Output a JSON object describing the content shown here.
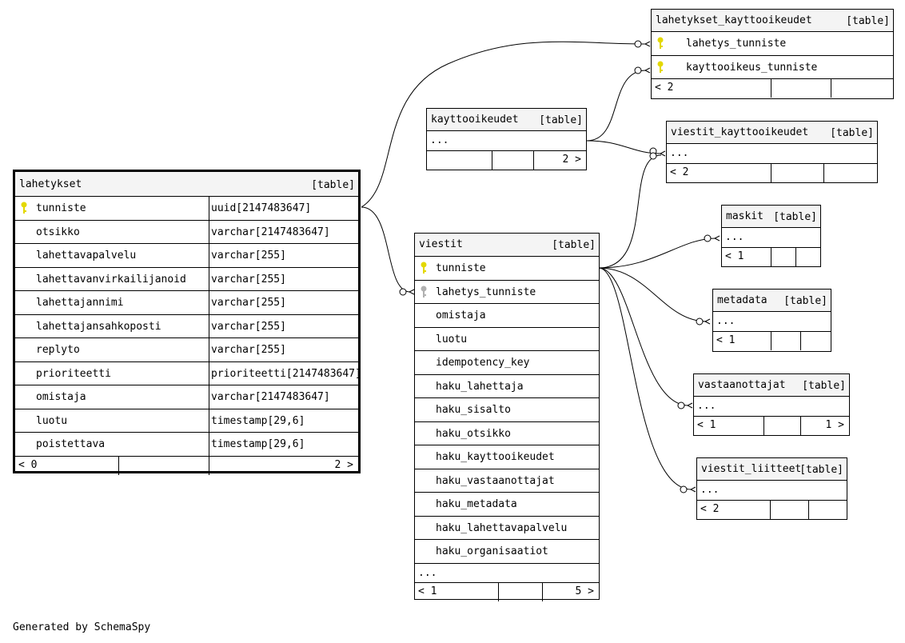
{
  "type_label": "[table]",
  "footer_text": "Generated by SchemaSpy",
  "colors": {
    "pk_key": "#e3d800",
    "fk_key": "#b0b0b0",
    "header_bg": "#f4f4f4"
  },
  "tables": {
    "lahetykset": {
      "name": "lahetykset",
      "columns": [
        {
          "name": "tunniste",
          "type": "uuid[2147483647]",
          "key": "pk"
        },
        {
          "name": "otsikko",
          "type": "varchar[2147483647]"
        },
        {
          "name": "lahettavapalvelu",
          "type": "varchar[255]"
        },
        {
          "name": "lahettavanvirkailijanoid",
          "type": "varchar[255]"
        },
        {
          "name": "lahettajannimi",
          "type": "varchar[255]"
        },
        {
          "name": "lahettajansahkoposti",
          "type": "varchar[255]"
        },
        {
          "name": "replyto",
          "type": "varchar[255]"
        },
        {
          "name": "prioriteetti",
          "type": "prioriteetti[2147483647]"
        },
        {
          "name": "omistaja",
          "type": "varchar[2147483647]"
        },
        {
          "name": "luotu",
          "type": "timestamp[29,6]"
        },
        {
          "name": "poistettava",
          "type": "timestamp[29,6]"
        }
      ],
      "parents": "< 0",
      "children": "2 >"
    },
    "viestit": {
      "name": "viestit",
      "columns": [
        "tunniste",
        "lahetys_tunniste",
        "omistaja",
        "luotu",
        "idempotency_key",
        "haku_lahettaja",
        "haku_sisalto",
        "haku_otsikko",
        "haku_kayttooikeudet",
        "haku_vastaanottajat",
        "haku_metadata",
        "haku_lahettavapalvelu",
        "haku_organisaatiot"
      ],
      "ellipsis": "...",
      "parents": "< 1",
      "children": "5 >"
    },
    "lahetykset_kayttooikeudet": {
      "name": "lahetykset_kayttooikeudet",
      "columns": [
        "lahetys_tunniste",
        "kayttooikeus_tunniste"
      ],
      "parents": "< 2"
    },
    "kayttooikeudet": {
      "name": "kayttooikeudet",
      "ellipsis": "...",
      "children": "2 >"
    },
    "viestit_kayttooikeudet": {
      "name": "viestit_kayttooikeudet",
      "ellipsis": "...",
      "parents": "< 2"
    },
    "maskit": {
      "name": "maskit",
      "ellipsis": "...",
      "parents": "< 1"
    },
    "metadata": {
      "name": "metadata",
      "ellipsis": "...",
      "parents": "< 1"
    },
    "vastaanottajat": {
      "name": "vastaanottajat",
      "ellipsis": "...",
      "parents": "< 1",
      "children": "1 >"
    },
    "viestit_liitteet": {
      "name": "viestit_liitteet",
      "ellipsis": "...",
      "parents": "< 2"
    }
  }
}
